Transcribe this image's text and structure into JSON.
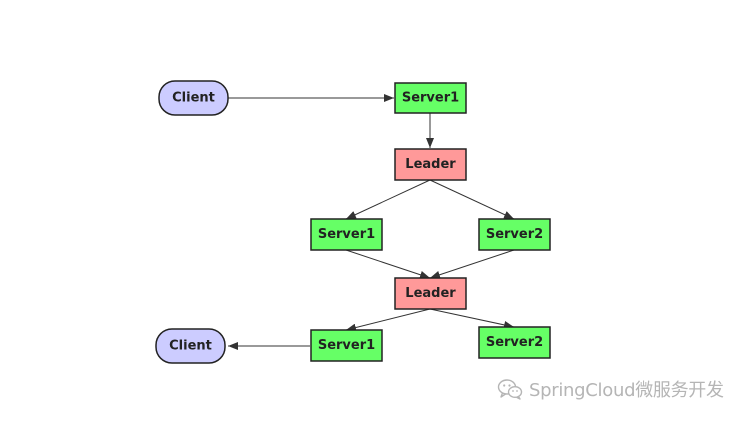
{
  "colors": {
    "client_fill": "#ccccff",
    "server_fill": "#66ff66",
    "leader_fill": "#ff9999",
    "edge": "#333333",
    "watermark": "#b5b5b5"
  },
  "nodes": {
    "client_top": "Client",
    "server1_top": "Server1",
    "leader_top": "Leader",
    "server1_mid": "Server1",
    "server2_mid": "Server2",
    "leader_bottom": "Leader",
    "server1_bottom": "Server1",
    "server2_bottom": "Server2",
    "client_bottom": "Client"
  },
  "edges": [
    {
      "from": "client_top",
      "to": "server1_top"
    },
    {
      "from": "server1_top",
      "to": "leader_top"
    },
    {
      "from": "leader_top",
      "to": "server1_mid"
    },
    {
      "from": "leader_top",
      "to": "server2_mid"
    },
    {
      "from": "server1_mid",
      "to": "leader_bottom"
    },
    {
      "from": "server2_mid",
      "to": "leader_bottom"
    },
    {
      "from": "leader_bottom",
      "to": "server1_bottom"
    },
    {
      "from": "leader_bottom",
      "to": "server2_bottom"
    },
    {
      "from": "server1_bottom",
      "to": "client_bottom"
    }
  ],
  "watermark": {
    "icon": "wechat-icon",
    "text": "SpringCloud微服务开发"
  }
}
